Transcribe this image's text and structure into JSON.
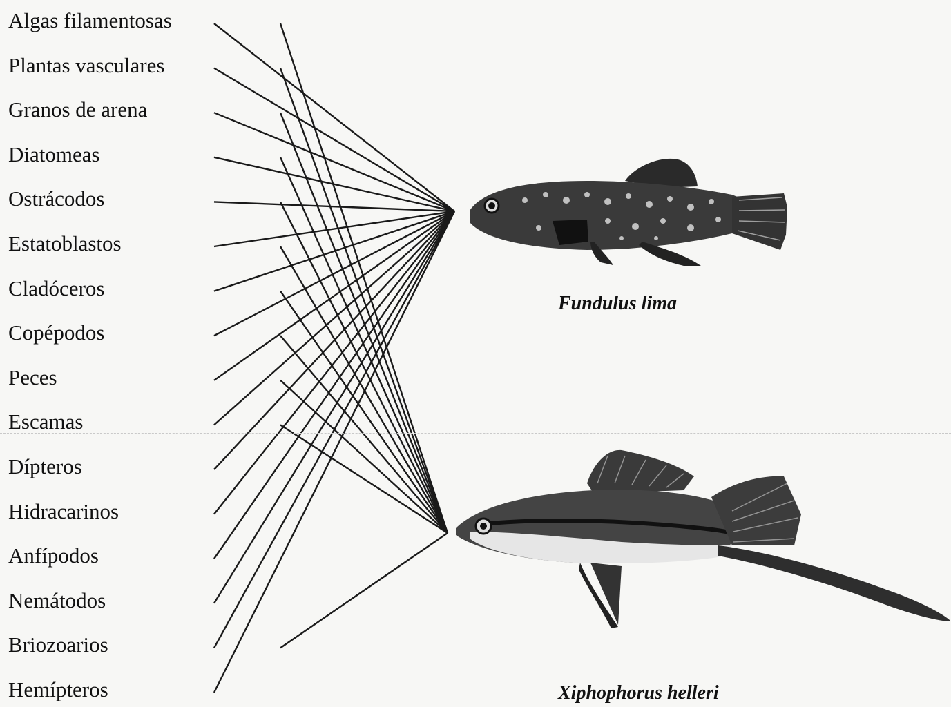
{
  "food_items": [
    "Algas filamentosas",
    "Plantas vasculares",
    "Granos de arena",
    "Diatomeas",
    "Ostrácodos",
    "Estatoblastos",
    "Cladóceros",
    "Copépodos",
    "Peces",
    "Escamas",
    "Dípteros",
    "Hidracarinos",
    "Anfípodos",
    "Nemátodos",
    "Briozoarios",
    "Hemípteros"
  ],
  "species": {
    "fundulus": {
      "name": "Fundulus lima",
      "diet": [
        "Algas filamentosas",
        "Plantas vasculares",
        "Granos de arena",
        "Diatomeas",
        "Ostrácodos",
        "Estatoblastos",
        "Cladóceros",
        "Copépodos",
        "Peces",
        "Escamas",
        "Dípteros",
        "Hidracarinos",
        "Anfípodos",
        "Nemátodos",
        "Briozoarios",
        "Hemípteros"
      ]
    },
    "xiphophorus": {
      "name": "Xiphophorus helleri",
      "diet": [
        "Algas filamentosas",
        "Plantas vasculares",
        "Granos de arena",
        "Diatomeas",
        "Ostrácodos",
        "Estatoblastos",
        "Cladóceros",
        "Copépodos",
        "Peces",
        "Escamas",
        "Briozoarios"
      ]
    }
  },
  "colors": {
    "line": "#1a1a1a",
    "text": "#111111",
    "background": "#f7f7f5"
  }
}
